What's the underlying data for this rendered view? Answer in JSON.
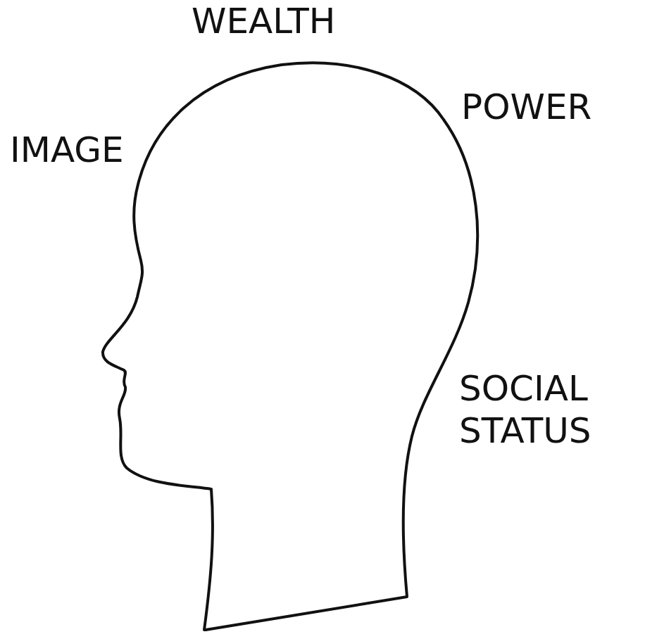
{
  "diagram": {
    "labels": [
      "WEALTH",
      "POWER",
      "IMAGE",
      "SOCIAL STATUS"
    ]
  }
}
